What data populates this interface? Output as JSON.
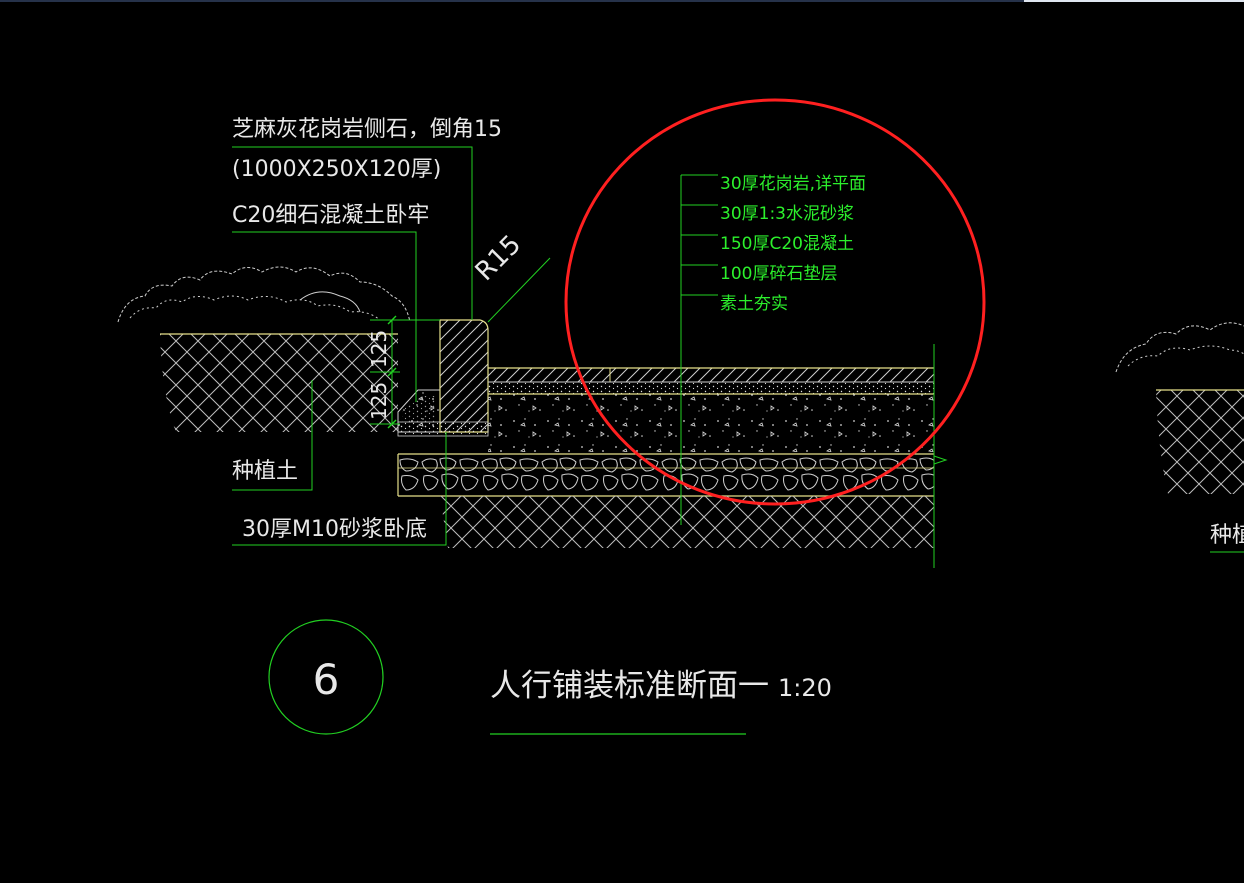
{
  "labels": {
    "curb_stone": "芝麻灰花岗岩侧石，倒角15",
    "curb_size": "(1000X250X120厚)",
    "haunch": "C20细石混凝土卧牢",
    "radius": "R15",
    "planting_soil": "种植土",
    "mortar_bed": "30厚M10砂浆卧底",
    "planting_soil_right": "种植",
    "dim_top": "125",
    "dim_bottom": "125"
  },
  "layers": [
    "30厚花岗岩,详平面",
    "30厚1:3水泥砂浆",
    "150厚C20混凝土",
    "100厚碎石垫层",
    "素土夯实"
  ],
  "detail": {
    "number": "6",
    "title": "人行铺装标准断面一",
    "scale": "1:20"
  },
  "colors": {
    "background": "#000000",
    "text_white": "#e8e8e8",
    "text_green": "#2cf02c",
    "leader_green": "#22d022",
    "layer_yellow": "#e6e08a",
    "hatch_white": "#cfcfcf",
    "highlight_red": "#ff2020"
  }
}
